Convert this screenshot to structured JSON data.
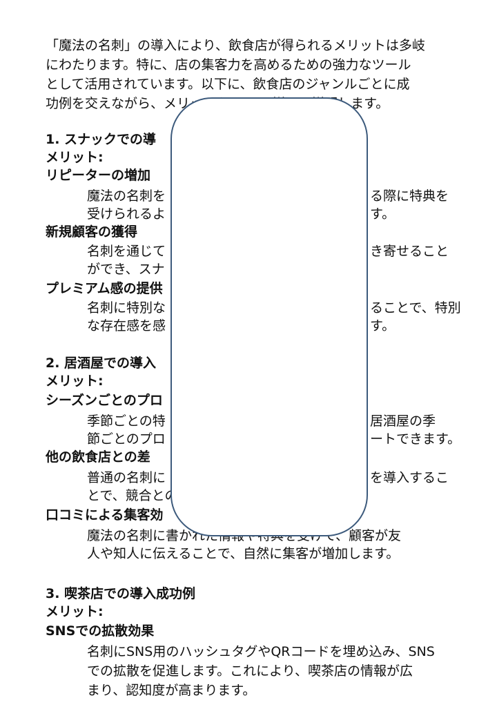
{
  "intro": [
    "「魔法の名刺」の導入により、飲食店が得られるメリットは多岐",
    "にわたります。特に、店の集客力を高めるための強力なツール",
    "として活用されています。以下に、飲食店のジャンルごとに成",
    "功例を交えながら、メリットを10項目詳しく説明します。"
  ],
  "sections": [
    {
      "title": "1. スナックでの導",
      "merit_label": "メリット:",
      "items": [
        {
          "heading": "リピーターの増加",
          "lines": [
            "魔法の名刺を",
            "受けられるよ"
          ],
          "lines_right": [
            "る際に特典を",
            "す。"
          ]
        },
        {
          "heading": "新規顧客の獲得",
          "lines": [
            "名刺を通じて",
            "ができ、スナ"
          ],
          "lines_right": [
            "き寄せること",
            ""
          ]
        },
        {
          "heading": "プレミアム感の提供",
          "lines": [
            "名刺に特別な",
            "な存在感を感"
          ],
          "lines_right": [
            "ることで、特別",
            "す。"
          ]
        }
      ]
    },
    {
      "title": "2. 居酒屋での導入",
      "merit_label": "メリット:",
      "items": [
        {
          "heading": "シーズンごとのプロ",
          "lines": [
            "季節ごとの特",
            "節ごとのプロ"
          ],
          "lines_right": [
            "居酒屋の季",
            "ートできます。"
          ]
        },
        {
          "heading": "他の飲食店との差",
          "lines": [
            "普通の名刺に",
            "とで、競合との"
          ],
          "lines_right": [
            "を導入するこ",
            ""
          ]
        },
        {
          "heading": "口コミによる集客効",
          "lines": [
            "魔法の名刺に書かれた情報や特典を受けて、顧客が友",
            "人や知人に伝えることで、自然に集客が増加します。"
          ],
          "lines_right": [
            "",
            ""
          ]
        }
      ]
    },
    {
      "title": "3. 喫茶店での導入成功例",
      "merit_label": "メリット:",
      "items": [
        {
          "heading": "SNSでの拡散効果",
          "lines": [
            "名刺にSNS用のハッシュタグやQRコードを埋め込み、SNS",
            "での拡散を促進します。これにより、喫茶店の情報が広",
            "まり、認知度が高まります。"
          ],
          "lines_right": [
            "",
            "",
            ""
          ]
        }
      ]
    }
  ],
  "overlay_color": "#3c5a7c"
}
